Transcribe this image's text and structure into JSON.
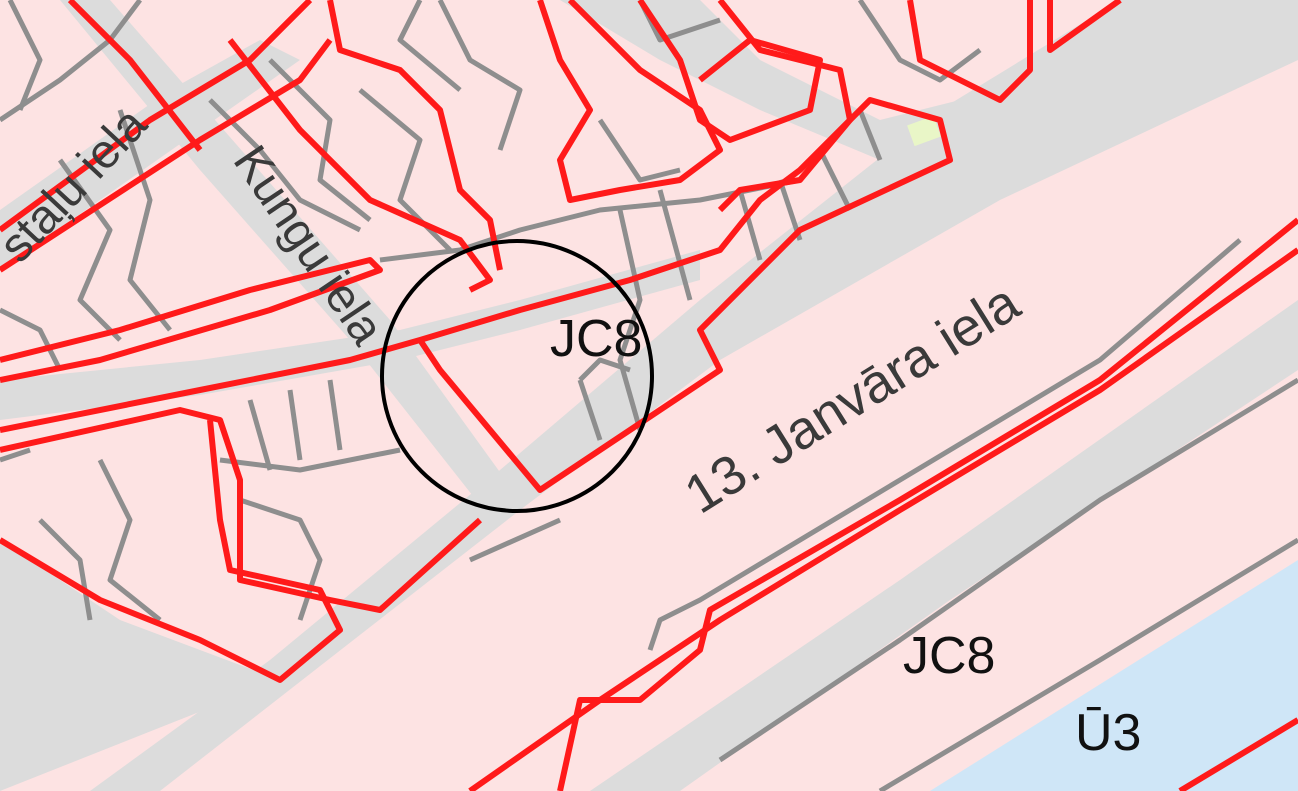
{
  "colors": {
    "zone_fill": "#fde3e3",
    "street_fill": "#dcdcdc",
    "water_fill": "#cfe6f7",
    "green_fill": "#e9f6c7",
    "parcel_line": "#8e8e8e",
    "zone_line": "#ff1a1a",
    "circle": "#000000",
    "label": "#3a3a3a"
  },
  "streets": {
    "janvara": "13. Janvāra iela",
    "kungu": "Kungu iela",
    "partial_top": "staļu iela"
  },
  "zones": {
    "circle_label": "JC8",
    "lower_label": "JC8",
    "water_label": "Ū3"
  }
}
